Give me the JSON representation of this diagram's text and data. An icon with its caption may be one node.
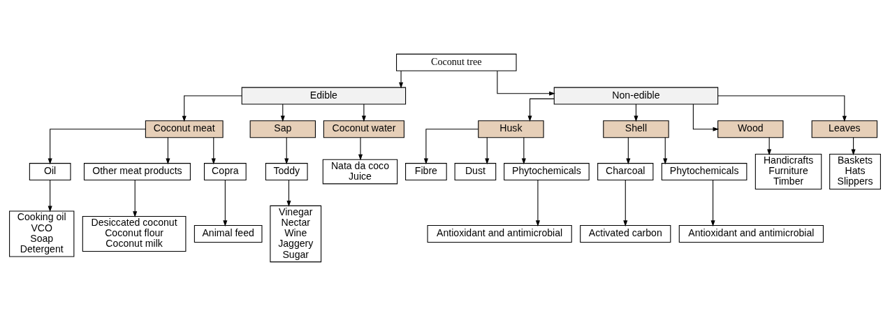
{
  "diagram": {
    "nodes": [
      {
        "text": [
          "Coconut tree"
        ]
      },
      {
        "text": [
          "Edible"
        ]
      },
      {
        "text": [
          "Non-edible"
        ]
      },
      {
        "text": [
          "Coconut meat"
        ]
      },
      {
        "text": [
          "Sap"
        ]
      },
      {
        "text": [
          "Coconut water"
        ]
      },
      {
        "text": [
          "Husk"
        ]
      },
      {
        "text": [
          "Shell"
        ]
      },
      {
        "text": [
          "Wood"
        ]
      },
      {
        "text": [
          "Leaves"
        ]
      },
      {
        "text": [
          "Oil"
        ]
      },
      {
        "text": [
          "Other meat products"
        ]
      },
      {
        "text": [
          "Copra"
        ]
      },
      {
        "text": [
          "Toddy"
        ]
      },
      {
        "text": [
          "Fibre"
        ]
      },
      {
        "text": [
          "Dust"
        ]
      },
      {
        "text": [
          "Charcoal"
        ]
      },
      {
        "text": [
          "Handicrafts",
          "Furniture",
          "Timber"
        ]
      },
      {
        "text": [
          "Baskets",
          "Hats",
          "Slippers"
        ]
      },
      {
        "text": [
          "Cooking oil",
          "VCO",
          "Soap",
          "Detergent"
        ]
      },
      {
        "text": [
          "Desiccated coconut",
          "Coconut flour",
          "Coconut milk"
        ]
      },
      {
        "text": [
          "Nata da coco",
          "Juice"
        ]
      },
      {
        "text": [
          "Phytochemicals"
        ]
      },
      {
        "text": [
          "Phytochemicals"
        ]
      },
      {
        "text": [
          "Vinegar",
          "Nectar",
          "Wine",
          "Jaggery",
          "Sugar"
        ]
      },
      {
        "text": [
          "Animal feed"
        ]
      },
      {
        "text": [
          "Antioxidant and antimicrobial"
        ]
      },
      {
        "text": [
          "Activated carbon"
        ]
      },
      {
        "text": [
          "Antioxidant and antimicrobial"
        ]
      }
    ],
    "edges": [
      {
        "from": 0,
        "to": 1,
        "arrow": "to"
      },
      {
        "from": 0,
        "to": 2,
        "arrow": "to"
      },
      {
        "from": 1,
        "to": 3,
        "arrow": "to"
      },
      {
        "from": 1,
        "to": 4,
        "arrow": "to"
      },
      {
        "from": 1,
        "to": 5,
        "arrow": "to"
      },
      {
        "from": 2,
        "to": 6,
        "arrow": "to"
      },
      {
        "from": 2,
        "to": 7,
        "arrow": "to"
      },
      {
        "from": 2,
        "to": 8,
        "arrow": "to"
      },
      {
        "from": 2,
        "to": 9,
        "arrow": "to"
      },
      {
        "from": 3,
        "to": 10,
        "arrow": "to"
      },
      {
        "from": 3,
        "to": 11,
        "arrow": "to"
      },
      {
        "from": 3,
        "to": 12,
        "arrow": "to"
      },
      {
        "from": 4,
        "to": 13,
        "arrow": "to"
      },
      {
        "from": 5,
        "to": 21,
        "arrow": "to"
      },
      {
        "from": 6,
        "to": 14,
        "arrow": "to"
      },
      {
        "from": 6,
        "to": 23,
        "arrow": "to"
      },
      {
        "from": 6,
        "to": 15,
        "arrow": "to"
      },
      {
        "from": 7,
        "to": 16,
        "arrow": "to"
      },
      {
        "from": 7,
        "to": 22,
        "arrow": "to"
      },
      {
        "from": 8,
        "to": 17,
        "arrow": "to"
      },
      {
        "from": 9,
        "to": 18,
        "arrow": "to"
      },
      {
        "from": 10,
        "to": 19,
        "arrow": "to"
      },
      {
        "from": 11,
        "to": 20,
        "arrow": "to"
      },
      {
        "from": 12,
        "to": 25,
        "arrow": "to"
      },
      {
        "from": 13,
        "to": 24,
        "arrow": "to"
      },
      {
        "from": 23,
        "to": 26,
        "arrow": "to"
      },
      {
        "from": 16,
        "to": 27,
        "arrow": "to"
      },
      {
        "from": 22,
        "to": 28,
        "arrow": "to"
      }
    ]
  }
}
